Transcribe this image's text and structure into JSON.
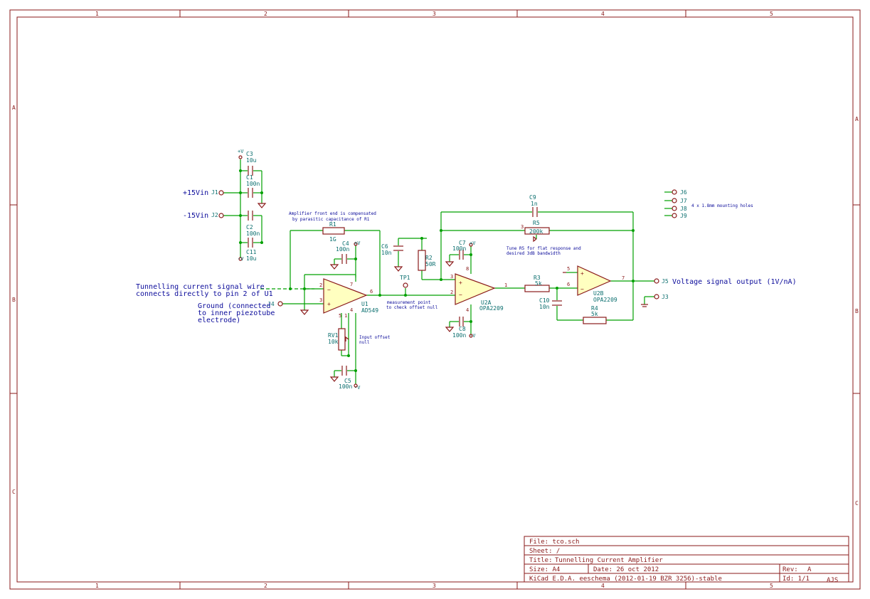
{
  "frame": {
    "col_labels": [
      "1",
      "2",
      "3",
      "4",
      "5"
    ],
    "row_labels": [
      "A",
      "B",
      "C"
    ]
  },
  "title_block": {
    "file": "File: tco.sch",
    "sheet": "Sheet: /",
    "title_label": "Title:",
    "title": "Tunnelling Current Amplifier",
    "size": "Size: A4",
    "date": "Date: 26 oct 2012",
    "rev_label": "Rev:",
    "rev": "A",
    "tool": "KiCad E.D.A.  eeschema (2012-01-19 BZR 3256)-stable",
    "id": "Id: 1/1",
    "author": "AJS"
  },
  "notes": {
    "input_line1": "Tunnelling current signal wire",
    "input_line2": "connects directly to pin 2 of U1",
    "ground_line1": "Ground (connected",
    "ground_line2": "to inner piezotube",
    "ground_line3": "electrode)",
    "plus15": "+15Vin",
    "minus15": "-15Vin",
    "frontend1": "Amplifier front end is compensated",
    "frontend2": "by parasitic capacitance of R1",
    "measure1": "measurement point",
    "measure2": "to check offset null",
    "offset1": "Input offset",
    "offset2": "null",
    "tune1": "Tune R5 for flat response and",
    "tune2": "desired 3dB bandwidth",
    "output": "Voltage signal output (1V/nA)",
    "mounting": "4 x 1.8mm mounting holes"
  },
  "components": {
    "C3": {
      "ref": "C3",
      "val": "10u"
    },
    "C1": {
      "ref": "C1",
      "val": "100n"
    },
    "C2": {
      "ref": "C2",
      "val": "100n"
    },
    "C11": {
      "ref": "C11",
      "val": "10u"
    },
    "R1": {
      "ref": "R1",
      "val": "1G"
    },
    "C4": {
      "ref": "C4",
      "val": "100n"
    },
    "U1": {
      "ref": "U1",
      "val": "AD549"
    },
    "RV1": {
      "ref": "RV1",
      "val": "10k"
    },
    "C5": {
      "ref": "C5",
      "val": "100n"
    },
    "C6": {
      "ref": "C6",
      "val": "10n"
    },
    "R2": {
      "ref": "R2",
      "val": "50R"
    },
    "TP1": {
      "ref": "TP1"
    },
    "C7": {
      "ref": "C7",
      "val": "100n"
    },
    "C8": {
      "ref": "C8",
      "val": "100n"
    },
    "U2A": {
      "ref": "U2A",
      "val": "OPA2209"
    },
    "U2B": {
      "ref": "U2B",
      "val": "OPA2209"
    },
    "C9": {
      "ref": "C9",
      "val": "1n"
    },
    "R5": {
      "ref": "R5",
      "val": "200k"
    },
    "R3": {
      "ref": "R3",
      "val": "5k"
    },
    "C10": {
      "ref": "C10",
      "val": "10n"
    },
    "R4": {
      "ref": "R4",
      "val": "5k"
    },
    "J1": {
      "ref": "J1"
    },
    "J2": {
      "ref": "J2"
    },
    "J3": {
      "ref": "J3"
    },
    "J4": {
      "ref": "J4"
    },
    "J5": {
      "ref": "J5"
    },
    "J6": {
      "ref": "J6"
    },
    "J7": {
      "ref": "J7"
    },
    "J8": {
      "ref": "J8"
    },
    "J9": {
      "ref": "J9"
    }
  },
  "power": {
    "pos": "+V",
    "neg": "-V"
  },
  "pins": {
    "p1": "1",
    "p2": "2",
    "p3": "3",
    "p4": "4",
    "p5": "5",
    "p6": "6",
    "p7": "7",
    "p8": "8"
  },
  "colors": {
    "frame": "#8a1a1a",
    "wire": "#00a000",
    "note": "#0a0a9a",
    "ref": "#0a6e6e",
    "body": "#ffffc0"
  }
}
